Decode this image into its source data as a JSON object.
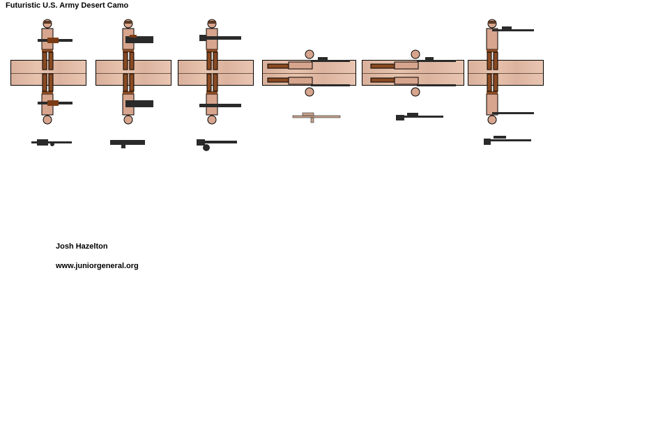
{
  "sheet": {
    "title": "Futuristic U.S. Army Desert Camo",
    "author": "Josh Hazelton",
    "website": "www.juniorgeneral.org"
  },
  "colors": {
    "background": "#ffffff",
    "base_fill": "#e2bba5",
    "skin": "#d7a58d",
    "boot": "#8a4a22",
    "weapon": "#2a2a2a",
    "wood": "#7a3b15"
  },
  "figures": [
    {
      "pose": "standing",
      "weapon": "rifle-with-grenade-launcher"
    },
    {
      "pose": "standing",
      "weapon": "minigun"
    },
    {
      "pose": "standing",
      "weapon": "rocket-launcher-rifle"
    },
    {
      "pose": "prone",
      "weapon": "sniper-rifle"
    },
    {
      "pose": "prone",
      "weapon": "marksman-rifle"
    },
    {
      "pose": "standing-aiming",
      "weapon": "sniper-rifle"
    }
  ]
}
